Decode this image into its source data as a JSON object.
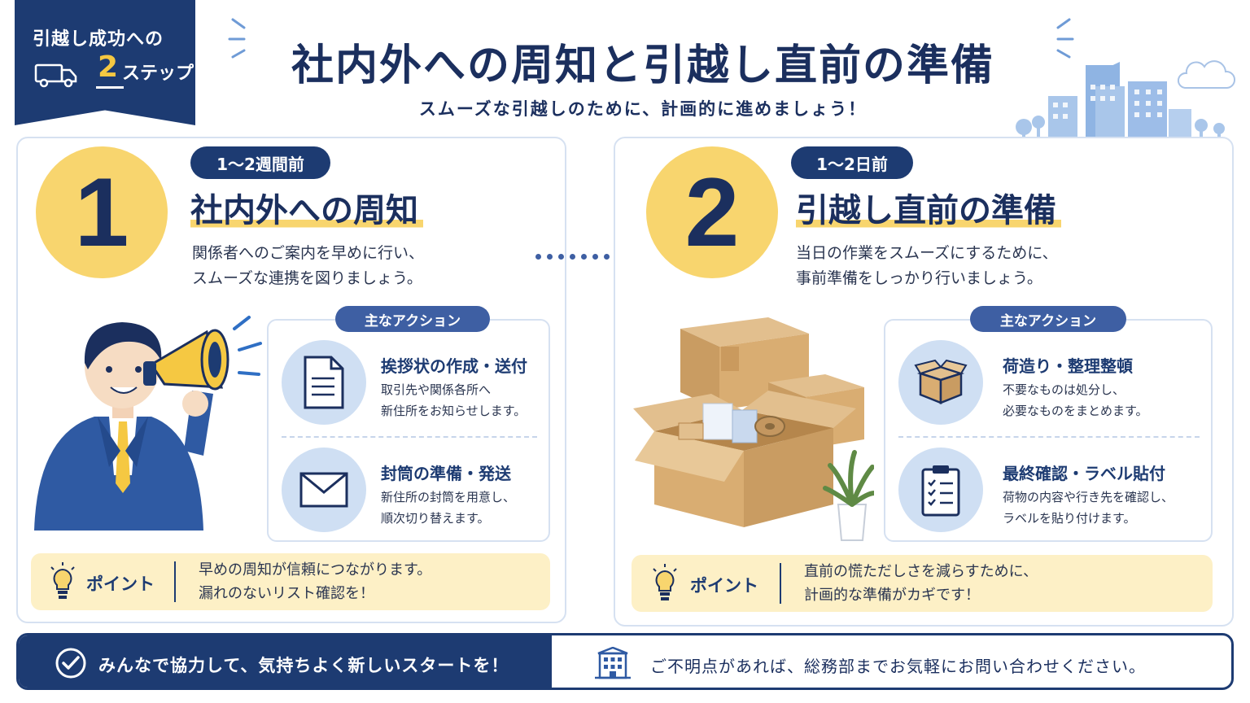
{
  "badge": {
    "line1": "引越し成功への",
    "step_number": "2",
    "line2": "ステップ"
  },
  "header": {
    "title": "社内外への周知と引越し直前の準備",
    "subtitle": "スムーズな引越しのために、計画的に進めましょう！"
  },
  "step1": {
    "number": "1",
    "timing": "1〜2週間前",
    "title": "社内外への周知",
    "desc_line1": "関係者へのご案内を早めに行い、",
    "desc_line2": "スムーズな連携を図りましょう。",
    "actions_label": "主なアクション",
    "actions": [
      {
        "icon": "document-icon",
        "title": "挨拶状の作成・送付",
        "desc_line1": "取引先や関係各所へ",
        "desc_line2": "新住所をお知らせします。"
      },
      {
        "icon": "envelope-icon",
        "title": "封筒の準備・発送",
        "desc_line1": "新住所の封筒を用意し、",
        "desc_line2": "順次切り替えます。"
      }
    ],
    "point_label": "ポイント",
    "point_line1": "早めの周知が信頼につながります。",
    "point_line2": "漏れのないリスト確認を！"
  },
  "step2": {
    "number": "2",
    "timing": "1〜2日前",
    "title": "引越し直前の準備",
    "desc_line1": "当日の作業をスムーズにするために、",
    "desc_line2": "事前準備をしっかり行いましょう。",
    "actions_label": "主なアクション",
    "actions": [
      {
        "icon": "box-icon",
        "title": "荷造り・整理整頓",
        "desc_line1": "不要なものは処分し、",
        "desc_line2": "必要なものをまとめます。"
      },
      {
        "icon": "clipboard-icon",
        "title": "最終確認・ラベル貼付",
        "desc_line1": "荷物の内容や行き先を確認し、",
        "desc_line2": "ラベルを貼り付けます。"
      }
    ],
    "point_label": "ポイント",
    "point_line1": "直前の慌ただしさを減らすために、",
    "point_line2": "計画的な準備がカギです！"
  },
  "footer": {
    "left_text": "みんなで協力して、気持ちよく新しいスタートを！",
    "right_text": "ご不明点があれば、総務部までお気軽にお問い合わせください。"
  },
  "colors": {
    "navy": "#1d3b72",
    "yellow": "#f8d56e",
    "light_blue": "#cfdff3",
    "point_bg": "#fdf0c6"
  }
}
